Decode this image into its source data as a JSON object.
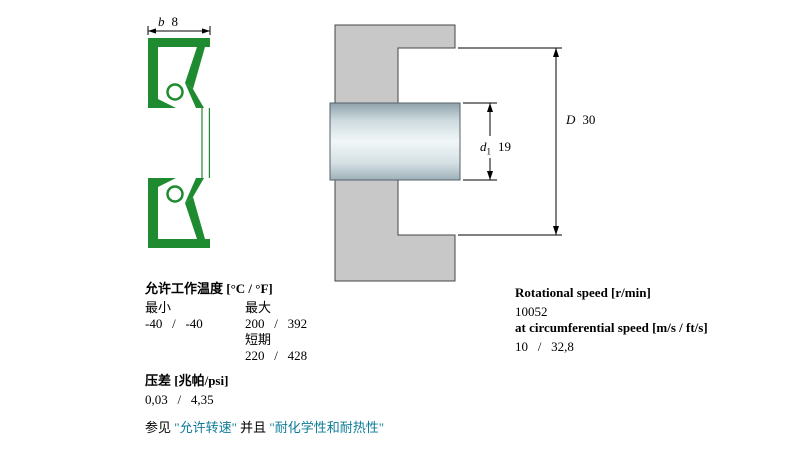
{
  "drawing": {
    "seal": {
      "width_dim": {
        "label": "b",
        "value": "8"
      }
    },
    "mounting": {
      "shaft_dim": {
        "label": "d",
        "sub": "1",
        "value": "19"
      },
      "outer_dim": {
        "label": "D",
        "value": "30"
      }
    },
    "colors": {
      "seal_green": "#1f8b30",
      "housing_gray": "#c8c8c8"
    }
  },
  "specs": {
    "temperature": {
      "heading": "允许工作温度 [°C / °F]",
      "min_label": "最小",
      "max_label": "最大",
      "min_value": "-40   /   -40",
      "max_value": "200   /   392",
      "short_term_label": "短期",
      "short_term_value": "220   /   428"
    },
    "pressure": {
      "heading": "压差 [兆帕/psi]",
      "value": "0,03   /   4,35"
    },
    "note": {
      "prefix": "参见 ",
      "link1": "\"允许转速\"",
      "middle": " 并且 ",
      "link2": "\"耐化学性和耐热性\""
    },
    "speed": {
      "heading": "Rotational speed [r/min]",
      "value": "10052",
      "circ_heading": "at circumferential speed [m/s / ft/s]",
      "circ_value": "10   /   32,8"
    }
  }
}
